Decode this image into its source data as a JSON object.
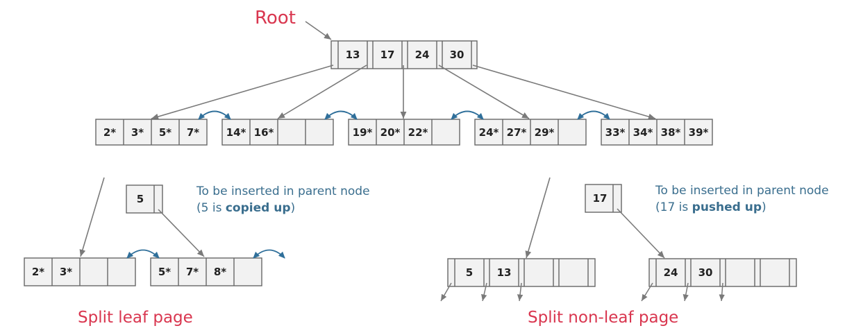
{
  "root_label": "Root",
  "root": {
    "keys": [
      "13",
      "17",
      "24",
      "30"
    ]
  },
  "leaves": [
    [
      "2*",
      "3*",
      "5*",
      "7*"
    ],
    [
      "14*",
      "16*",
      "",
      ""
    ],
    [
      "19*",
      "20*",
      "22*",
      ""
    ],
    [
      "24*",
      "27*",
      "29*",
      ""
    ],
    [
      "33*",
      "34*",
      "38*",
      "39*"
    ]
  ],
  "leaf_split": {
    "pushed_key": "5",
    "note_line1": "To be inserted in parent node",
    "note_line2_pre": "(5 is ",
    "note_line2_bold": "copied up",
    "note_line2_post": ")",
    "left_page": [
      "2*",
      "3*",
      "",
      ""
    ],
    "right_page": [
      "5*",
      "7*",
      "8*",
      ""
    ],
    "caption": "Split leaf page"
  },
  "nonleaf_split": {
    "pushed_key": "17",
    "note_line1": "To be inserted in parent node",
    "note_line2_pre": "(17 is ",
    "note_line2_bold": "pushed up",
    "note_line2_post": ")",
    "left_page": [
      "5",
      "13",
      "",
      ""
    ],
    "right_page": [
      "24",
      "30",
      "",
      ""
    ],
    "caption": "Split non-leaf page"
  },
  "colors": {
    "red": "#d9364f",
    "blue_arrow": "#2f6f9a",
    "note": "#3a6e8e",
    "cell_fill": "#f2f2f2",
    "cell_stroke": "#666666",
    "pointer": "#7a7a7a"
  }
}
